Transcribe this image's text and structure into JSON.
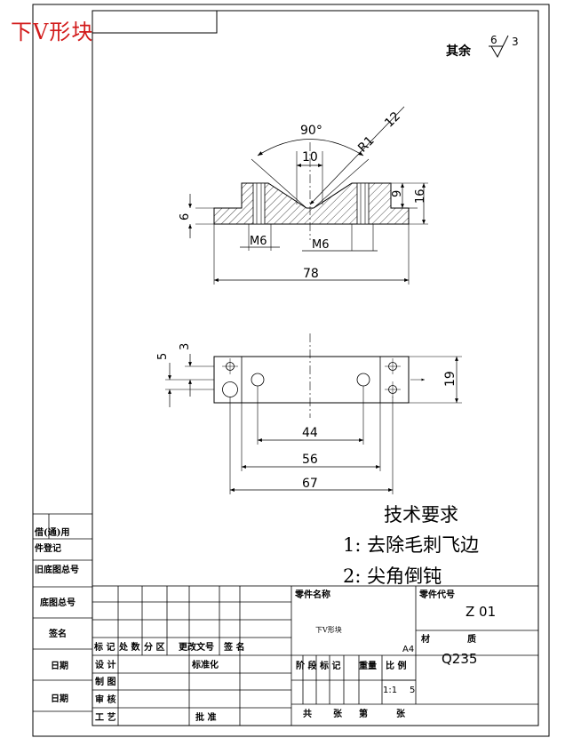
{
  "sheet": {
    "title": "下V形块",
    "roughness_prefix": "其余",
    "roughness_value": "6",
    "roughness_sub": "3"
  },
  "dimensions": {
    "angle": "90°",
    "radius": "R1",
    "chamfer": "12",
    "groove": "10",
    "h9": "9",
    "h16": "16",
    "h6": "6",
    "thread_left": "M6",
    "thread_mid": "M6",
    "length": "78",
    "plan_5": "5",
    "plan_3": "3",
    "plan_19": "19",
    "plan_44": "44",
    "plan_56": "56",
    "plan_67": "67"
  },
  "tech_requirements": {
    "heading": "技术要求",
    "item1": "1: 去除毛刺飞边",
    "item2": "2: 尖角倒钝"
  },
  "side_block": {
    "l1": "借(通)用",
    "l2": "件登记",
    "l3": "旧底图总号",
    "l4": "底图总号",
    "l5": "签名",
    "l6": "日期",
    "l7": "日期"
  },
  "title_block": {
    "part_name_label": "零件名称",
    "part_name": "下V形块",
    "part_code_label": "零件代号",
    "part_code": "Z 01",
    "paper": "A4",
    "material_label_1": "材",
    "material_label_2": "质",
    "material": "Q235",
    "rev_cols": [
      "标 记",
      "处 数",
      "分 区",
      "更改文号",
      "签 名"
    ],
    "design": "设 计",
    "standard": "标准化",
    "draw": "制 图",
    "review": "审 核",
    "process": "工 艺",
    "approve": "批 准",
    "stage": "阶 段 标 记",
    "weight": "重量",
    "scale_label": "比 例",
    "scale": "1:1",
    "scale_extra": "5",
    "total": "共",
    "sheets_1": "张",
    "page": "第",
    "sheets_2": "张"
  }
}
